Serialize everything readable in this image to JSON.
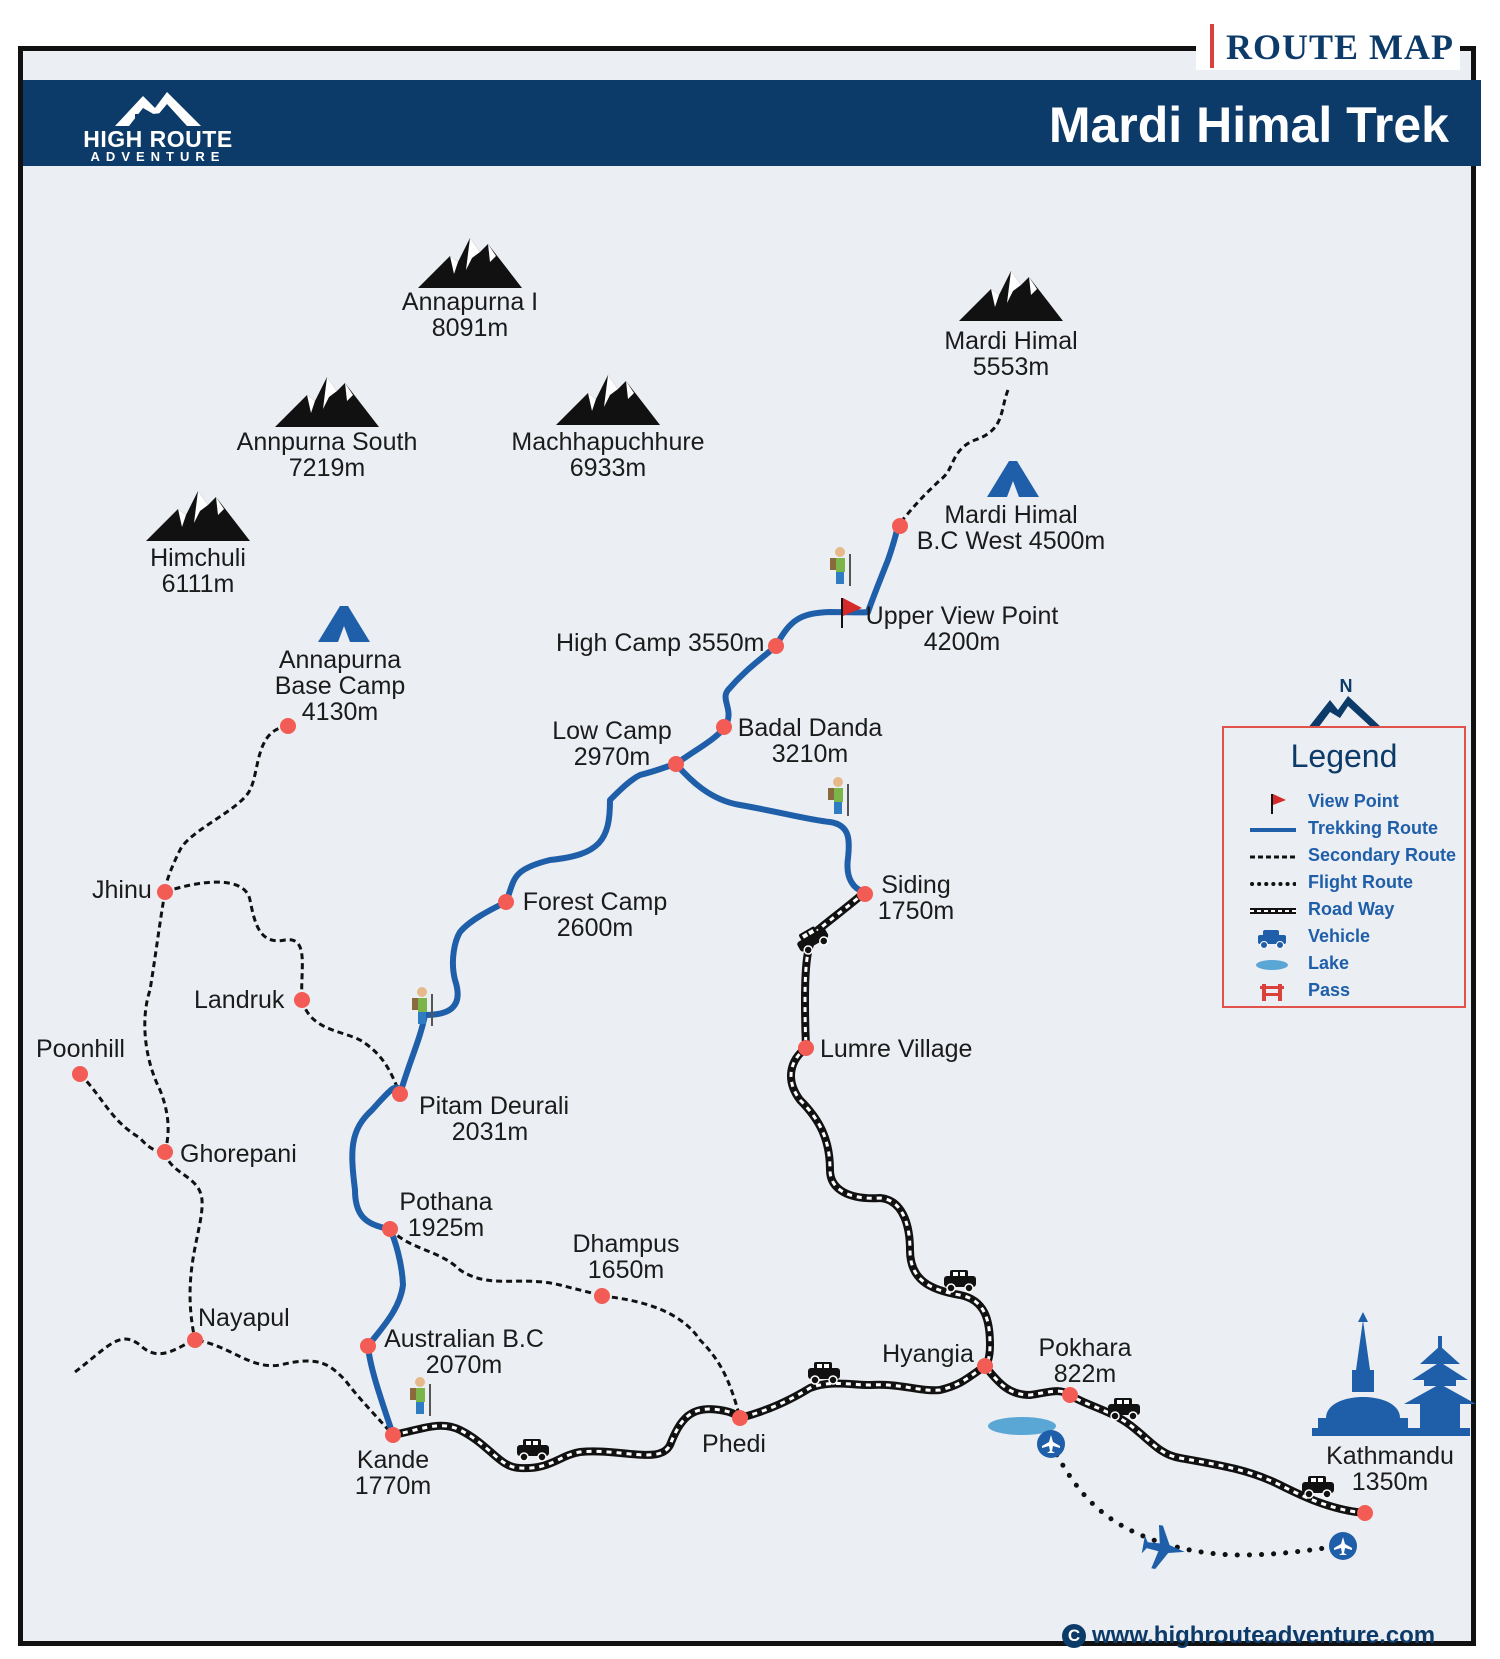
{
  "header": {
    "tag": "ROUTE MAP",
    "title": "Mardi Himal Trek",
    "brand_name": "HIGH ROUTE",
    "brand_sub": "ADVENTURE"
  },
  "colors": {
    "navy": "#0d3b69",
    "trek_route": "#1f5fa9",
    "point": "#f25c54",
    "flag": "#d42a2a",
    "lake": "#5aa7d6",
    "legend_border": "#e0524a"
  },
  "peaks": [
    {
      "name": "Annapurna I",
      "elevation": "8091m"
    },
    {
      "name": "Annpurna South",
      "elevation": "7219m"
    },
    {
      "name": "Machhapuchhure",
      "elevation": "6933m"
    },
    {
      "name": "Himchuli",
      "elevation": "6111m"
    },
    {
      "name": "Mardi Himal",
      "elevation": "5553m"
    }
  ],
  "camps": [
    {
      "line1": "Annapurna",
      "line2": "Base Camp",
      "line3": "4130m"
    },
    {
      "line1": "Mardi Himal",
      "line2": "B.C West 4500m"
    }
  ],
  "places": {
    "upper_view_point": {
      "name": "Upper View Point",
      "elevation": "4200m"
    },
    "high_camp": {
      "name": "High Camp 3550m"
    },
    "low_camp": {
      "name": "Low Camp",
      "elevation": "2970m"
    },
    "badal_danda": {
      "name": "Badal Danda",
      "elevation": "3210m"
    },
    "forest_camp": {
      "name": "Forest Camp",
      "elevation": "2600m"
    },
    "siding": {
      "name": "Siding",
      "elevation": "1750m"
    },
    "lumre": {
      "name": "Lumre Village"
    },
    "jhinu": {
      "name": "Jhinu"
    },
    "landruk": {
      "name": "Landruk"
    },
    "poonhill": {
      "name": "Poonhill"
    },
    "ghorepani": {
      "name": "Ghorepani"
    },
    "pitam_deurali": {
      "name": "Pitam Deurali",
      "elevation": "2031m"
    },
    "pothana": {
      "name": "Pothana",
      "elevation": "1925m"
    },
    "dhampus": {
      "name": "Dhampus",
      "elevation": "1650m"
    },
    "nayapul": {
      "name": "Nayapul"
    },
    "australian_bc": {
      "name": "Australian B.C",
      "elevation": "2070m"
    },
    "kande": {
      "name": "Kande",
      "elevation": "1770m"
    },
    "phedi": {
      "name": "Phedi"
    },
    "hyangia": {
      "name": "Hyangia"
    },
    "pokhara": {
      "name": "Pokhara",
      "elevation": "822m"
    },
    "kathmandu": {
      "name": "Kathmandu",
      "elevation": "1350m"
    }
  },
  "legend": {
    "compass": "N",
    "title": "Legend",
    "items": [
      {
        "label": "View Point",
        "icon": "flag-icon"
      },
      {
        "label": "Trekking Route",
        "icon": "solid-line"
      },
      {
        "label": "Secondary Route",
        "icon": "dashed-line"
      },
      {
        "label": "Flight Route",
        "icon": "dotted-line"
      },
      {
        "label": "Road Way",
        "icon": "road-line"
      },
      {
        "label": "Vehicle",
        "icon": "jeep-icon"
      },
      {
        "label": "Lake",
        "icon": "lake-icon"
      },
      {
        "label": "Pass",
        "icon": "pass-icon"
      }
    ]
  },
  "footer": {
    "url": "www.highrouteadventure.com",
    "copyright_symbol": "C"
  }
}
